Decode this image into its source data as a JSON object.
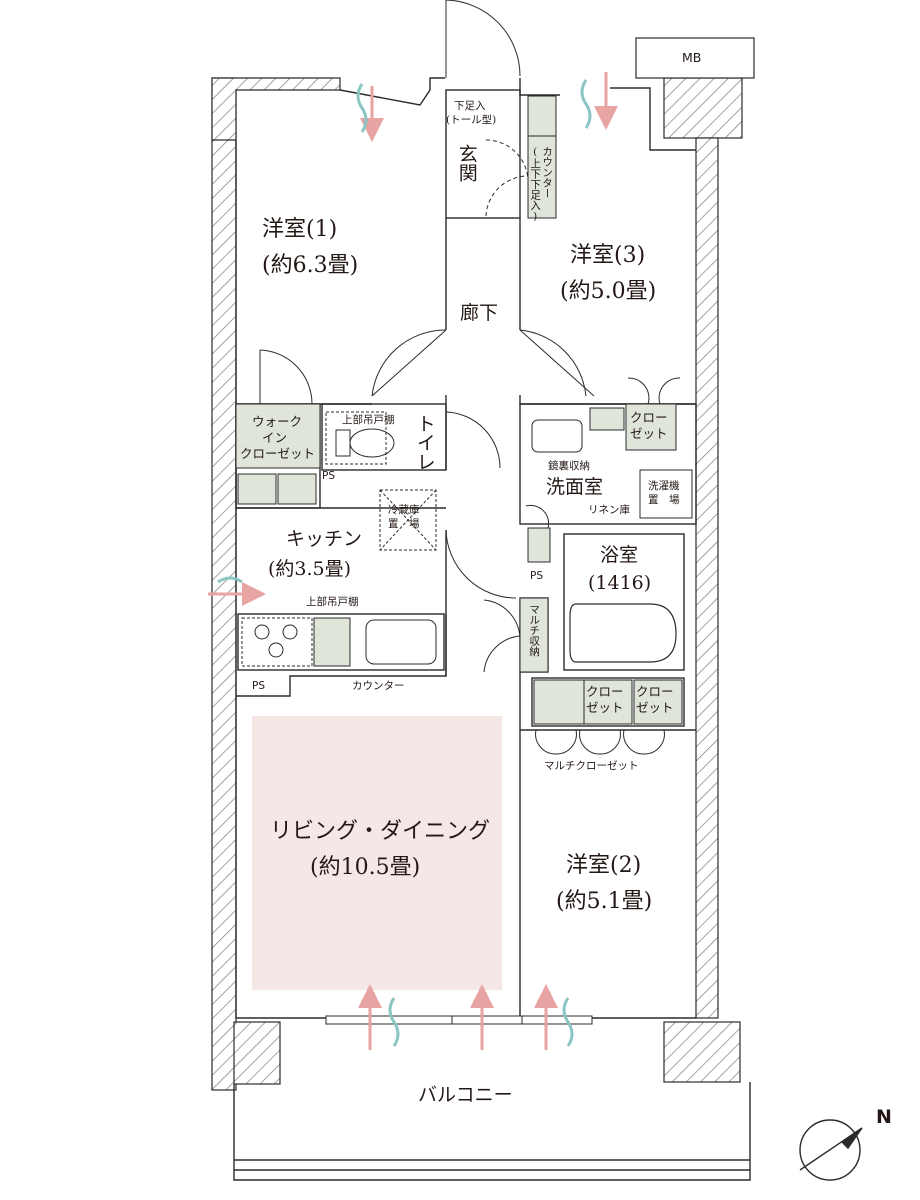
{
  "colors": {
    "wall": "#ffffff",
    "wall_hatch": "#7d7d7d",
    "line": "#2b2b2b",
    "living_fill": "#f4e7e6",
    "storage_fill": "#dfe6d9",
    "arrow_pink": "#e8a3a3",
    "arrow_teal": "#8cc6c4"
  },
  "rooms": {
    "western1": {
      "name": "洋室(1)",
      "size": "(約6.3畳)"
    },
    "western2": {
      "name": "洋室(2)",
      "size": "(約5.1畳)"
    },
    "western3": {
      "name": "洋室(3)",
      "size": "(約5.0畳)"
    },
    "living": {
      "name": "リビング・ダイニング",
      "size": "(約10.5畳)"
    },
    "kitchen": {
      "name": "キッチン",
      "size": "(約3.5畳)"
    },
    "bath": {
      "name": "浴室",
      "size": "(1416)"
    },
    "washroom": "洗面室",
    "corridor": "廊下",
    "entrance": "玄関",
    "toilet": "トイレ",
    "balcony": "バルコニー"
  },
  "labels": {
    "mb": "MB",
    "shoe_box_line1": "下足入",
    "shoe_box_line2": "(トール型)",
    "counter_vertical": "カウンター",
    "counter_vertical_sub": "(上下下足入)",
    "walkin_line1": "ウォーク",
    "walkin_line2": "イン",
    "walkin_line3": "クローゼット",
    "upper_cabinet_toilet": "上部吊戸棚",
    "ps1": "PS",
    "ps2": "PS",
    "ps3": "PS",
    "fridge_line1": "冷蔵庫",
    "fridge_line2": "置　場",
    "upper_cabinet_kitchen": "上部吊戸棚",
    "counter": "カウンター",
    "closet3_line1": "クロー",
    "closet3_line2": "ゼット",
    "mirror_storage": "鏡裏収納",
    "washer_line1": "洗濯機",
    "washer_line2": "置　場",
    "linen": "リネン庫",
    "multi_storage": "マルチ収納",
    "closet2a_line1": "クロー",
    "closet2a_line2": "ゼット",
    "closet2b_line1": "クロー",
    "closet2b_line2": "ゼット",
    "multi_closet": "マルチクローゼット"
  },
  "compass": {
    "label": "N"
  }
}
